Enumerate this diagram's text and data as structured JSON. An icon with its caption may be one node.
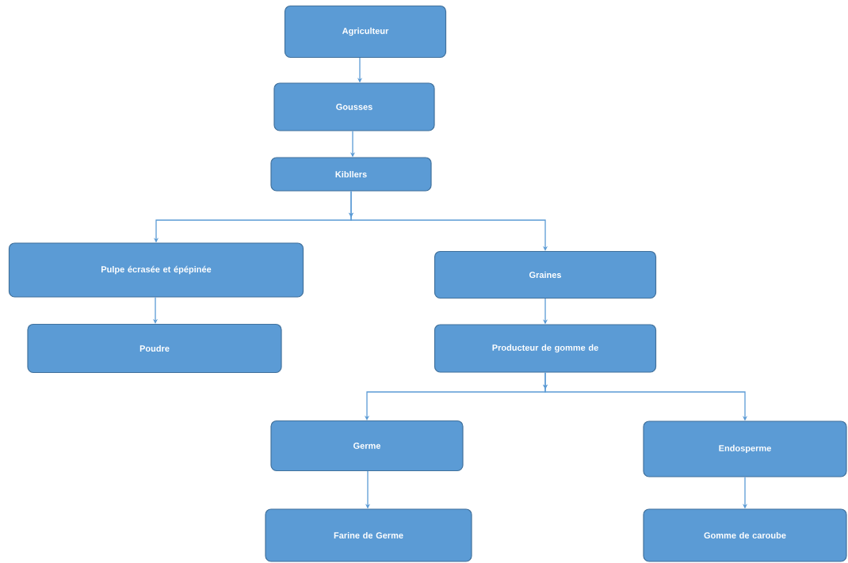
{
  "diagram": {
    "nodes": [
      {
        "text": [
          "Agriculteur"
        ]
      },
      {
        "text": [
          "Gousses"
        ]
      },
      {
        "text": [
          "Kibllers"
        ]
      },
      {
        "text": [
          "Pulpe écrasée et épépinée"
        ]
      },
      {
        "text": [
          "Graines"
        ]
      },
      {
        "text": [
          "Poudre"
        ]
      },
      {
        "text": [
          "Producteur de gomme de"
        ]
      },
      {
        "text": [
          "Germe"
        ]
      },
      {
        "text": [
          "Endosperme"
        ]
      },
      {
        "text": [
          "Farine de Germe"
        ]
      },
      {
        "text": [
          "Gomme de caroube"
        ]
      }
    ],
    "edges": [
      {
        "from": 0,
        "to": 1,
        "arrow": "to"
      },
      {
        "from": 1,
        "to": 2,
        "arrow": "to"
      },
      {
        "from": 2,
        "to": 3,
        "arrow": "to"
      },
      {
        "from": 2,
        "to": 4,
        "arrow": "to"
      },
      {
        "from": 3,
        "to": 5,
        "arrow": "to"
      },
      {
        "from": 4,
        "to": 6,
        "arrow": "to"
      },
      {
        "from": 6,
        "to": 7,
        "arrow": "to"
      },
      {
        "from": 6,
        "to": 8,
        "arrow": "to"
      },
      {
        "from": 7,
        "to": 9,
        "arrow": "to"
      },
      {
        "from": 8,
        "to": 10,
        "arrow": "to"
      }
    ]
  }
}
